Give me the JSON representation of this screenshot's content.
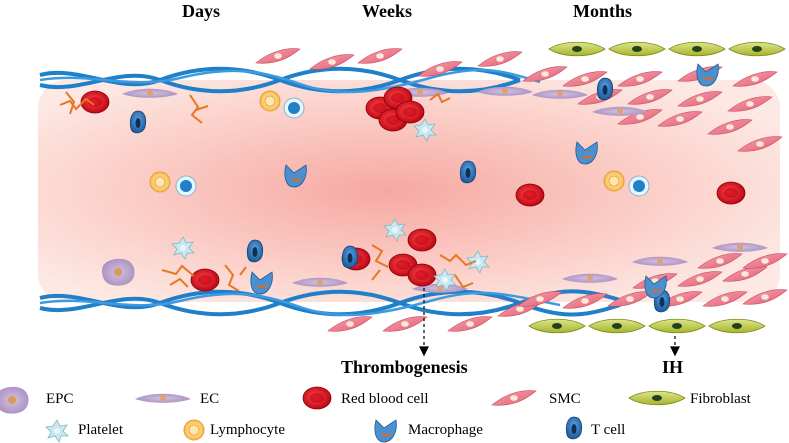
{
  "timeline": {
    "days": "Days",
    "weeks": "Weeks",
    "months": "Months"
  },
  "events": {
    "thrombogenesis": "Thrombogenesis",
    "ih": "IH"
  },
  "legend": {
    "epc": "EPC",
    "ec": "EC",
    "rbc": "Red blood cell",
    "smc": "SMC",
    "fibroblast": "Fibroblast",
    "platelet": "Platelet",
    "lymphocyte": "Lymphocyte",
    "macrophage": "Macrophage",
    "tcell": "T cell"
  },
  "colors": {
    "lumen_edge": "#fde3dd",
    "lumen_center": "#f6a8a2",
    "collagen_strand": "#1f7fc8",
    "rbc": "#d8141d",
    "smc": "#ec7a8a",
    "ec": "#b59ac9",
    "fibroblast": "#b7c43a",
    "fibrin": "#e87722",
    "platelet": "#bfe5ec",
    "tcell": "#2b6cb0",
    "macrophage": "#4a90d0",
    "lymphocyte": "#f9c46b"
  }
}
